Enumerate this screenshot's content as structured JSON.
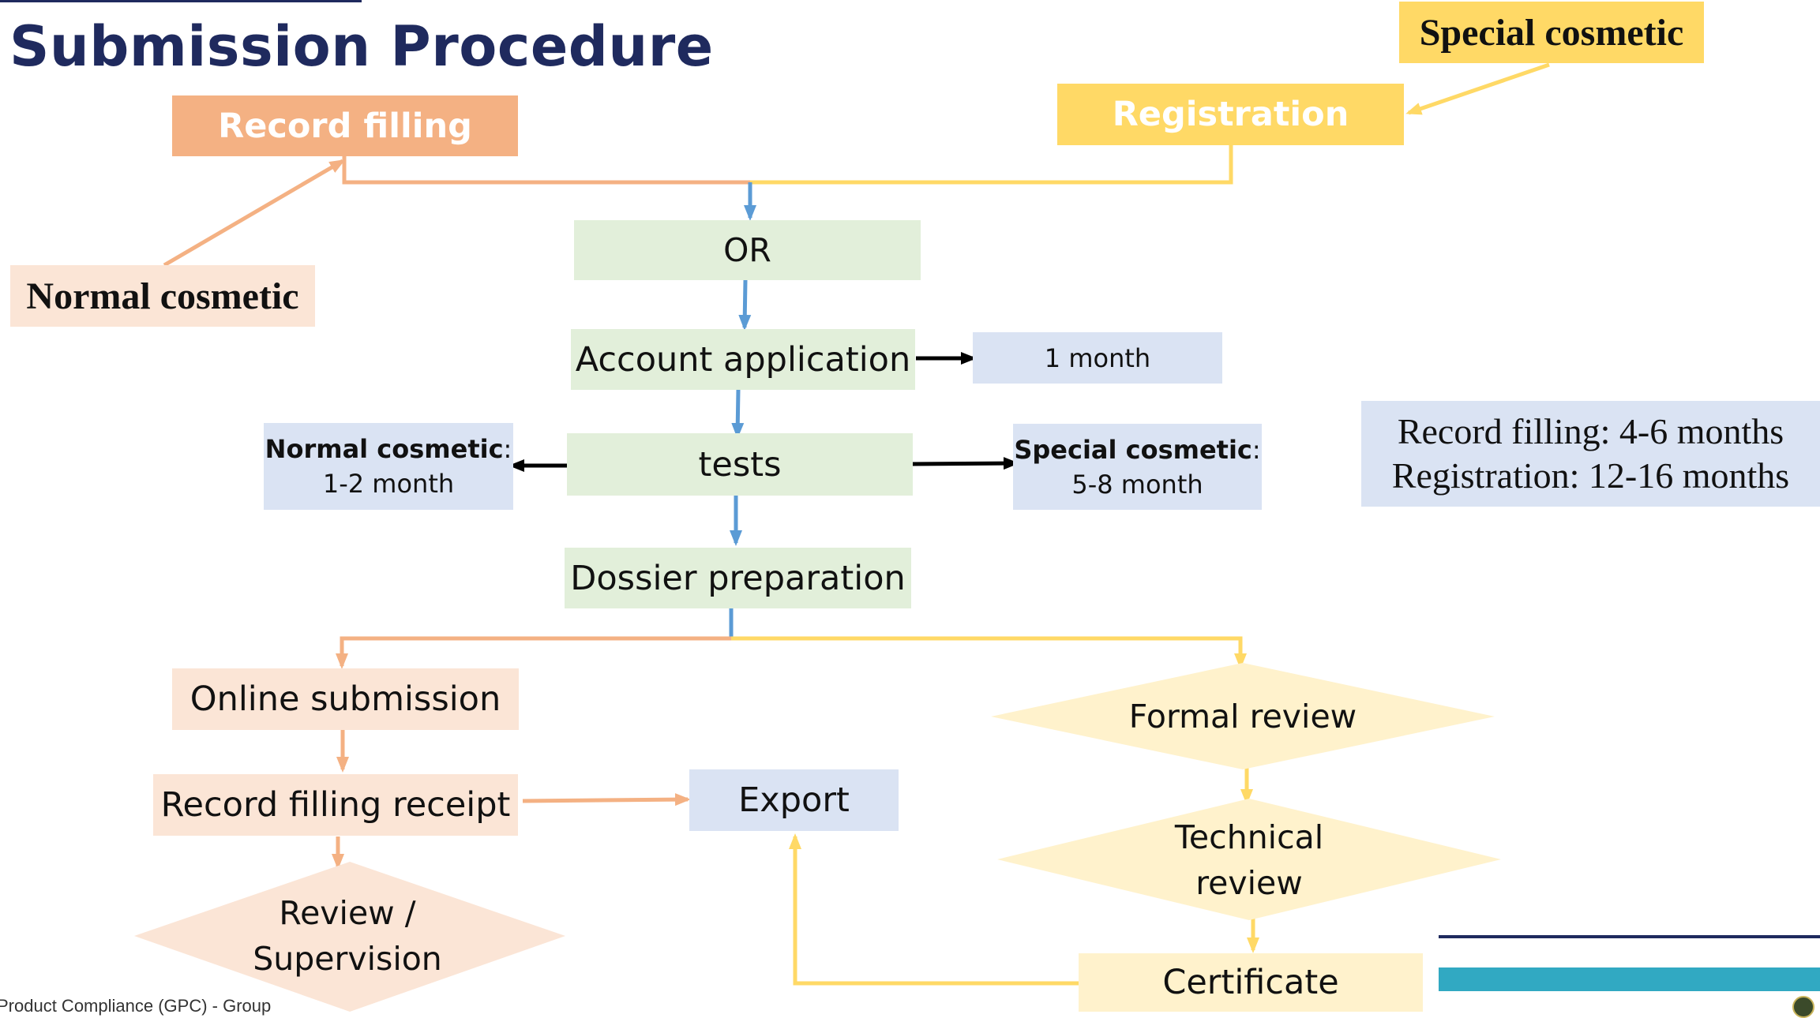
{
  "title": "Submission Procedure",
  "categories": {
    "special": "Special cosmetic",
    "normal": "Normal cosmetic"
  },
  "top": {
    "record_filling": "Record filling",
    "registration": "Registration"
  },
  "flow": {
    "or": "OR",
    "account_application": "Account application",
    "account_duration": "1 month",
    "tests": "tests",
    "normal_tests_label": "Normal cosmetic",
    "normal_tests_duration": "1-2 month",
    "special_tests_label": "Special cosmetic",
    "special_tests_duration": "5-8 month",
    "dossier": "Dossier preparation"
  },
  "record_branch": {
    "online_submission": "Online submission",
    "receipt": "Record filling receipt",
    "review_line1": "Review /",
    "review_line2": "Supervision"
  },
  "export": "Export",
  "registration_branch": {
    "formal_review": "Formal review",
    "technical_line1": "Technical",
    "technical_line2": "review",
    "certificate": "Certificate"
  },
  "summary": {
    "line1": "Record filling: 4-6 months",
    "line2": "Registration: 12-16 months"
  },
  "footer": "Product Compliance (GPC) - Group",
  "colors": {
    "title": "#1f2a5e",
    "orange": "#f4b183",
    "yellow": "#ffd966",
    "blue_arrow": "#5b9bd5",
    "teal_bar": "#31a9c2",
    "navy_line": "#1f2a5e"
  }
}
